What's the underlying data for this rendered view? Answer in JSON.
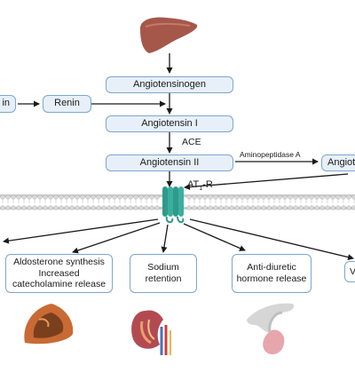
{
  "nodes": {
    "renin_source_cut": "in",
    "renin": "Renin",
    "angiotensinogen": "Angiotensinogen",
    "angiotensin_1": "Angiotensin I",
    "angiotensin_2": "Angiotensin II",
    "angiotensin_3_cut": "Angiote"
  },
  "enzymes": {
    "ace": "ACE",
    "aminopeptidase": "Aminopeptidase A"
  },
  "receptor": {
    "label": "AT",
    "subscript": "1",
    "suffix": "-R"
  },
  "effects": {
    "aldosterone": "Aldosterone synthesis\nIncreased\ncatecholamine release",
    "sodium": "Sodium\nretention",
    "adh": "Anti-diuretic\nhormone release",
    "vaso_cut": "V"
  },
  "organs": [
    "liver-icon",
    "adrenal-gland-icon",
    "kidney-icon",
    "pituitary-icon"
  ],
  "colors": {
    "box_fill": "#e7f0f9",
    "box_border": "#7ea6cc",
    "receptor": "#2f9a8a",
    "liver": "#a5584a",
    "adrenal": "#c96a34",
    "kidney": "#b34a52"
  }
}
